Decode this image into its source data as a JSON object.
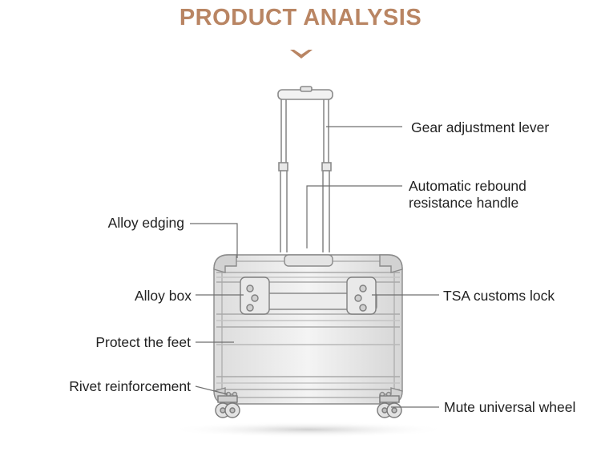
{
  "header": {
    "title": "PRODUCT ANALYSIS",
    "accent_color": "#b98563"
  },
  "callouts": {
    "gear_lever": "Gear adjustment lever",
    "rebound_handle": "Automatic rebound resistance handle",
    "rebound_handle_line1": "Automatic rebound",
    "rebound_handle_line2": "resistance handle",
    "alloy_edging": "Alloy edging",
    "alloy_box": "Alloy box",
    "tsa_lock": "TSA customs lock",
    "protect_feet": "Protect the feet",
    "rivet": "Rivet reinforcement",
    "wheel": "Mute universal wheel"
  },
  "illustration": {
    "subject": "aluminium-trolley-suitcase",
    "chevron_icon": "chevron-down-icon"
  }
}
